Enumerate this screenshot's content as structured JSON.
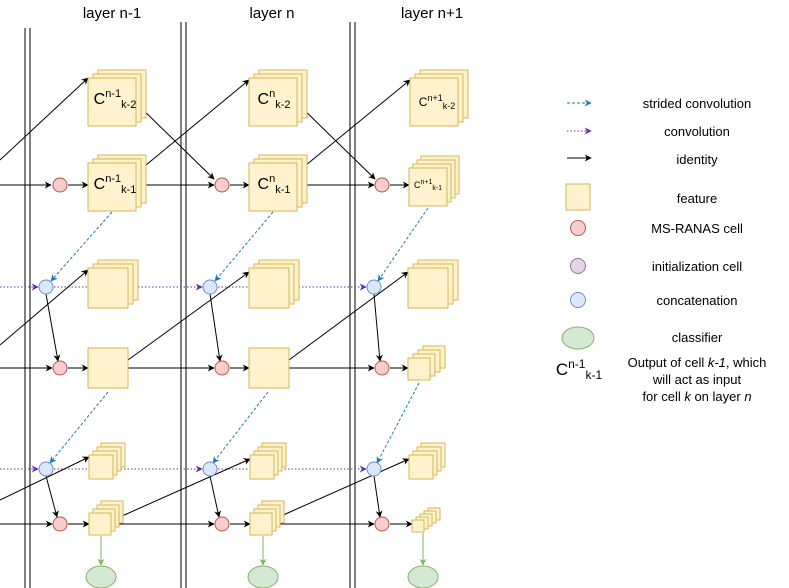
{
  "columns": [
    {
      "title": "layer n-1"
    },
    {
      "title": "layer n"
    },
    {
      "title": "layer n+1"
    }
  ],
  "cells": {
    "col0_row0": {
      "base": "C",
      "sup": "n-1",
      "sub": "k-2"
    },
    "col0_row1": {
      "base": "C",
      "sup": "n-1",
      "sub": "k-1"
    },
    "col1_row0": {
      "base": "C",
      "sup": "n",
      "sub": "k-2"
    },
    "col1_row1": {
      "base": "C",
      "sup": "n",
      "sub": "k-1"
    },
    "col2_row0": {
      "base": "C",
      "sup": "n+1",
      "sub": "k-2"
    },
    "col2_row1": {
      "base": "C",
      "sup": "n+1",
      "sub": "k-1"
    }
  },
  "legend": {
    "strided_convolution": "strided convolution",
    "convolution": "convolution",
    "identity": "identity",
    "feature": "feature",
    "ms_ranas_cell": "MS-RANAS cell",
    "initialization_cell": "initialization cell",
    "concatenation": "concatenation",
    "classifier": "classifier",
    "output_symbol": {
      "base": "C",
      "sup": "n-1",
      "sub": "k-1"
    },
    "output_desc": [
      "Output of cell ",
      "k-1",
      ", which",
      "will act as input",
      "for cell ",
      "k",
      " on layer ",
      "n"
    ]
  },
  "colors": {
    "feature_fill": "#fff2cc",
    "feature_stroke": "#d6b656",
    "ms_ranas_fill": "#f8cecc",
    "ms_ranas_stroke": "#b85450",
    "init_fill": "#e1d5e7",
    "init_stroke": "#9673a6",
    "concat_fill": "#dae8fc",
    "concat_stroke": "#6c8ebf",
    "classifier_fill": "#d5e8d4",
    "classifier_stroke": "#82b366",
    "strided_arrow": "#1f78b4",
    "conv_arrow": "#7030a0"
  }
}
